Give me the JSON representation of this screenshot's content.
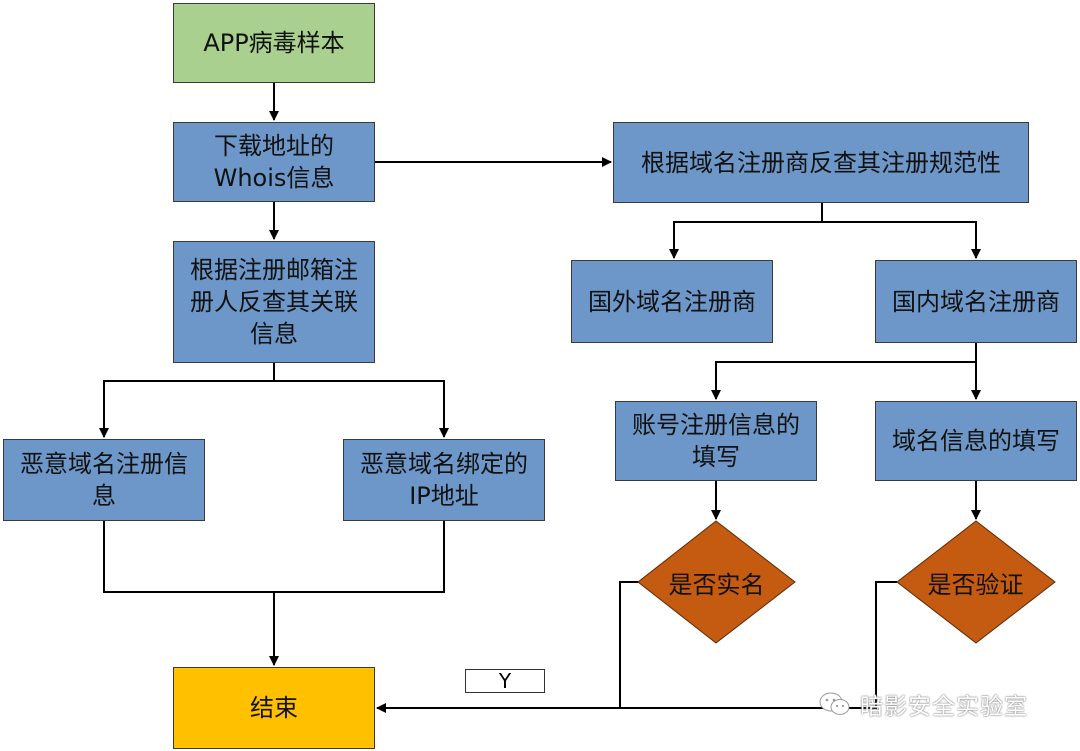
{
  "nodes": {
    "start": "APP病毒样本",
    "whois": "下载地址的\nWhois信息",
    "reverse_email": "根据注册邮箱注\n册人反查其关联\n信息",
    "malicious_domain": "恶意域名注册信\n息",
    "malicious_ip": "恶意域名绑定的\nIP地址",
    "registrar_check": "根据域名注册商反查其注册规范性",
    "foreign_registrar": "国外域名注册商",
    "domestic_registrar": "国内域名注册商",
    "account_info": "账号注册信息的\n填写",
    "domain_info": "域名信息的填写",
    "real_name": "是否实名",
    "verified": "是否验证",
    "end": "结束"
  },
  "edge_label_y": "Y",
  "watermark": "暗影安全实验室",
  "colors": {
    "process": "#6c97c8",
    "start": "#a9d08e",
    "end": "#ffc000",
    "decision": "#c55a11"
  }
}
